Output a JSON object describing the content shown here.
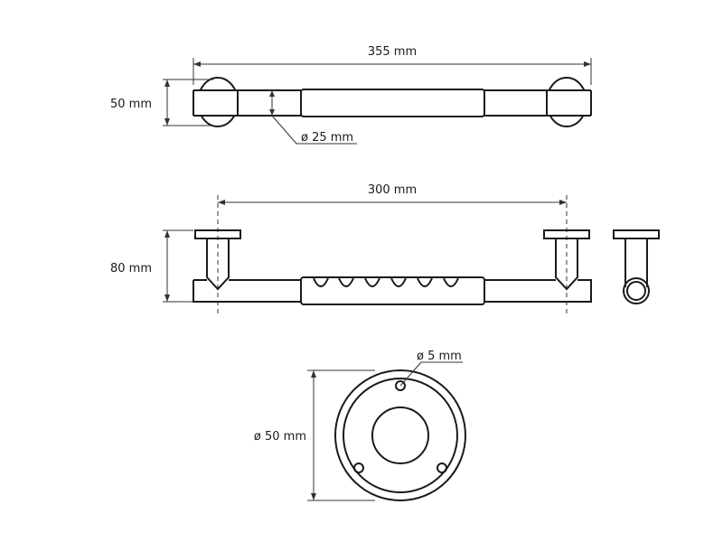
{
  "top_view": {
    "length_label": "355 mm",
    "height_label": "50 mm",
    "tube_diameter_label": "ø 25 mm"
  },
  "side_view": {
    "span_label": "300 mm",
    "height_label": "80 mm"
  },
  "flange_view": {
    "diameter_label": "ø 50 mm",
    "hole_label": "ø 5 mm"
  }
}
